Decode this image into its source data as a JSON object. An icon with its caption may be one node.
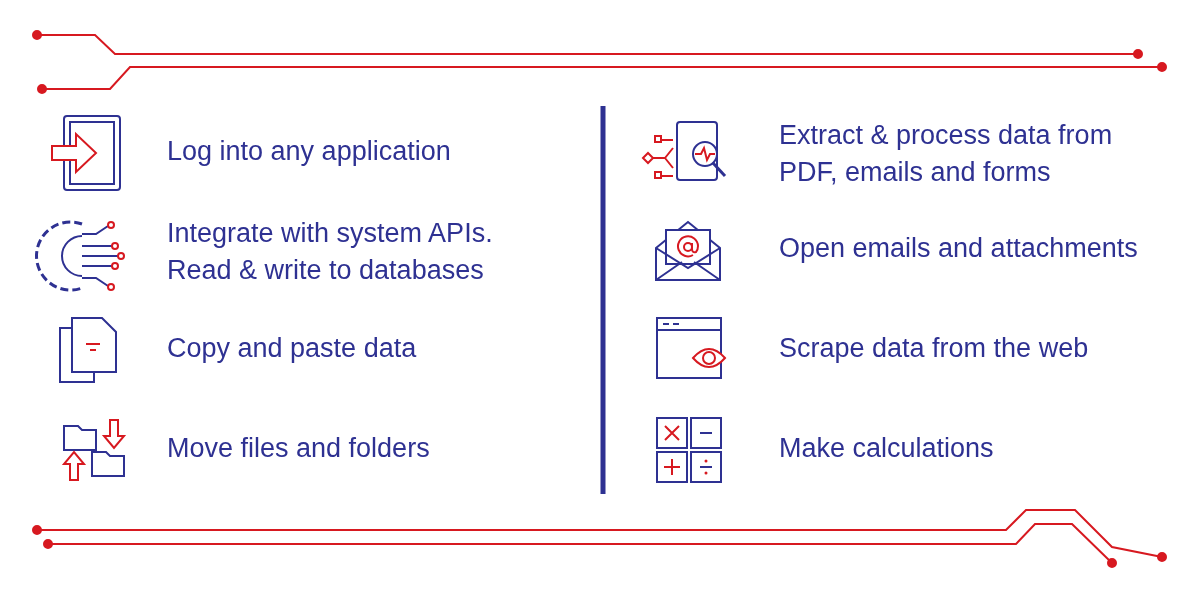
{
  "diagram": {
    "labels": [
      "Log into any application",
      "Integrate with system APIs. Read & write to databases",
      "Copy and paste data",
      "Move files and folders",
      "Extract & process data from PDF, emails and forms",
      "Open emails and attachments",
      "Scrape data from the web",
      "Make calculations"
    ]
  }
}
